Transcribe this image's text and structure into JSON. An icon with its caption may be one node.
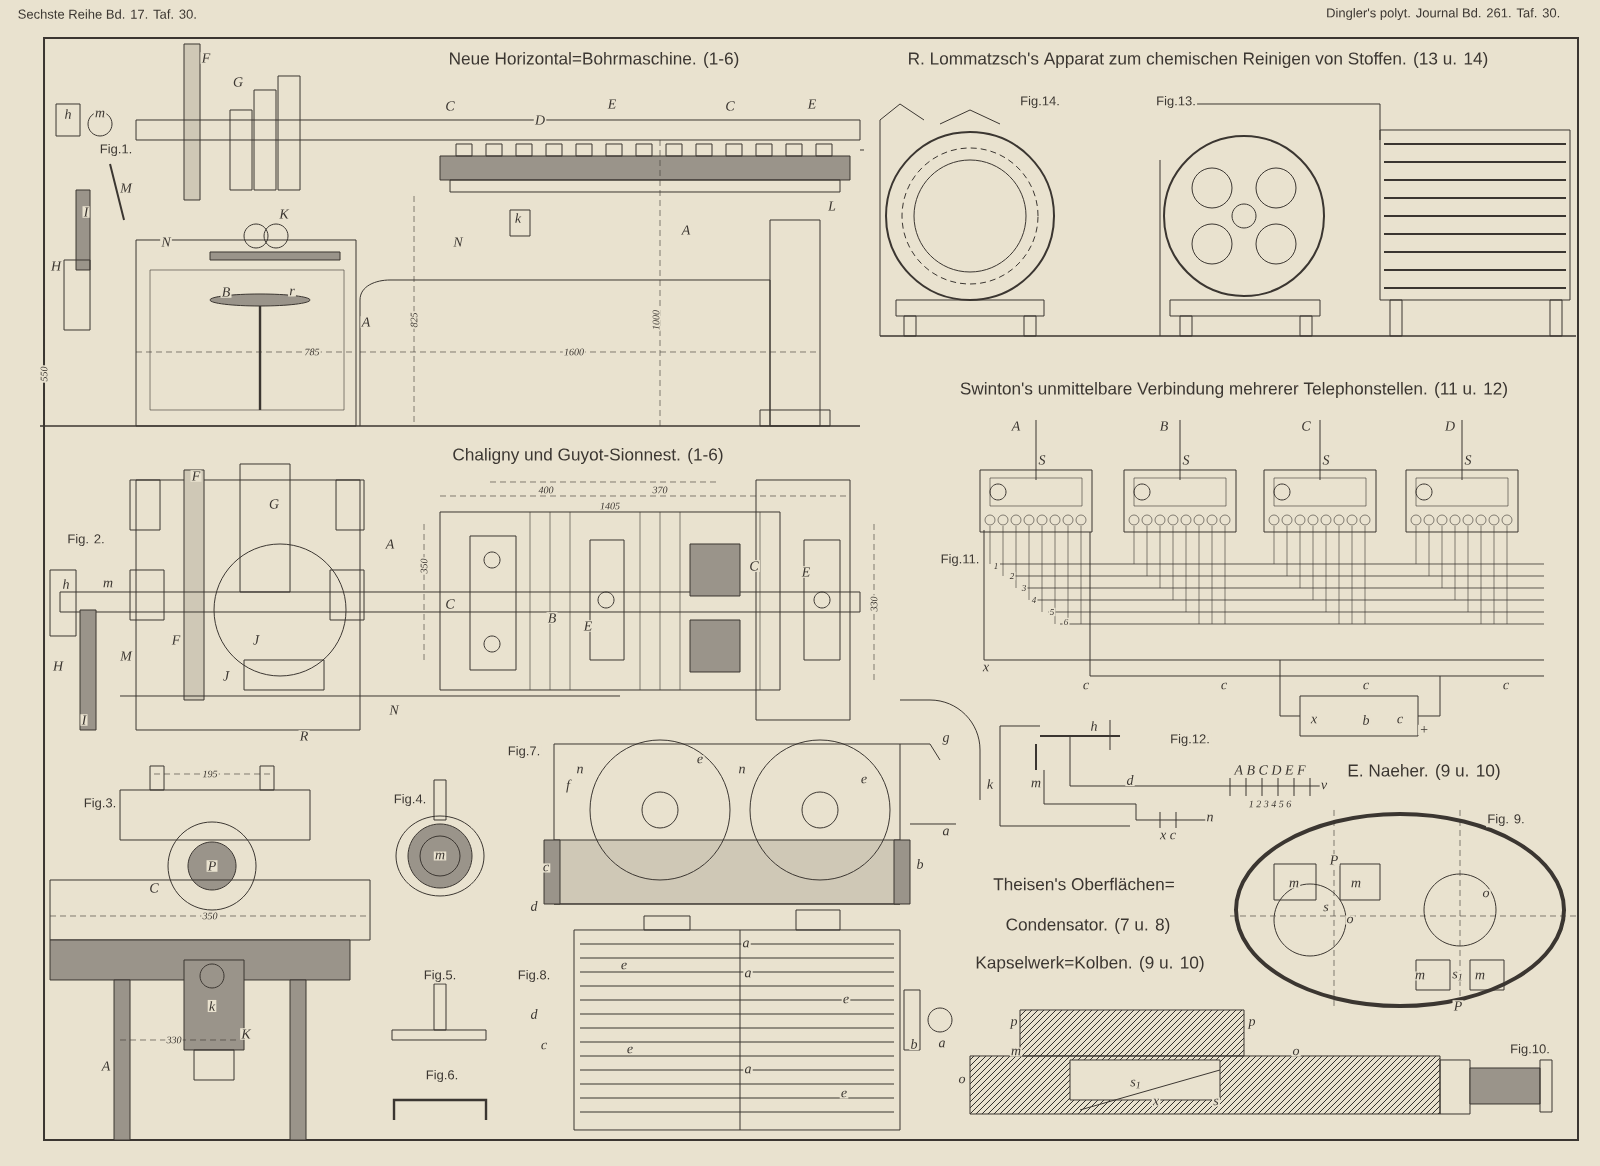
{
  "diagram": {
    "labels": [
      "Sechste Reihe Bd. 17. Taf. 30.",
      "Dingler's polyt. Journal Bd. 261. Taf. 30.",
      "Neue Horizontal=Bohrmaschine. (1-6)",
      "R. Lommatzsch's Apparat zum chemischen Reinigen von Stoffen. (13 u. 14)",
      "F",
      "G",
      "C",
      "D",
      "E",
      "C",
      "E",
      "Fig.14.",
      "Fig.13.",
      "Fig.1.",
      "h",
      "m",
      "M",
      "L",
      "I",
      "K",
      "k",
      "A",
      "N",
      "N",
      "H",
      "B",
      "r",
      "A",
      "825",
      "1000",
      "785",
      "1600",
      "550",
      "Swinton's unmittelbare Verbindung mehrerer Telephonstellen. (11 u. 12)",
      "A",
      "B",
      "C",
      "D",
      "Chaligny und Guyot-Sionnest. (1-6)",
      "S",
      "S",
      "S",
      "S",
      "F",
      "400",
      "370",
      "G",
      "1405",
      "Fig. 2.",
      "A",
      "Fig.11.",
      "350",
      "C",
      "E",
      "h",
      "m",
      "C",
      "330",
      "B",
      "E",
      "F",
      "J",
      "M",
      "H",
      "J",
      "1",
      "2",
      "3",
      "4",
      "5",
      "6",
      "x",
      "c",
      "c",
      "c",
      "c",
      "N",
      "I",
      "x",
      "b",
      "c",
      "+",
      "R",
      "h",
      "g",
      "Fig.12.",
      "Fig.7.",
      "e",
      "n",
      "n",
      "A B C D E F",
      "E. Naeher. (9 u. 10)",
      "195",
      "e",
      "k",
      "m",
      "d",
      "v",
      "f",
      "Fig.3.",
      "Fig.4.",
      "1 2 3 4 5 6",
      "n",
      "Fig. 9.",
      "a",
      "x c",
      "P",
      "m",
      "c",
      "b",
      "P",
      "C",
      "Theisen's Oberflächen=",
      "m",
      "m",
      "o",
      "350",
      "d",
      "s",
      "o",
      "Condensator. (7 u. 8)",
      "a",
      "Fig.5.",
      "Fig.8.",
      "e",
      "a",
      "Kapselwerk=Kolben. (9 u. 10)",
      "m",
      "s$_{1}$",
      "m",
      "k",
      "d",
      "e",
      "P",
      "330",
      "K",
      "c",
      "e",
      "b",
      "a",
      "p",
      "m",
      "p",
      "o",
      "Fig.10.",
      "A",
      "Fig.6.",
      "a",
      "e",
      "o",
      "s$_{1}$",
      "x",
      "s"
    ]
  }
}
